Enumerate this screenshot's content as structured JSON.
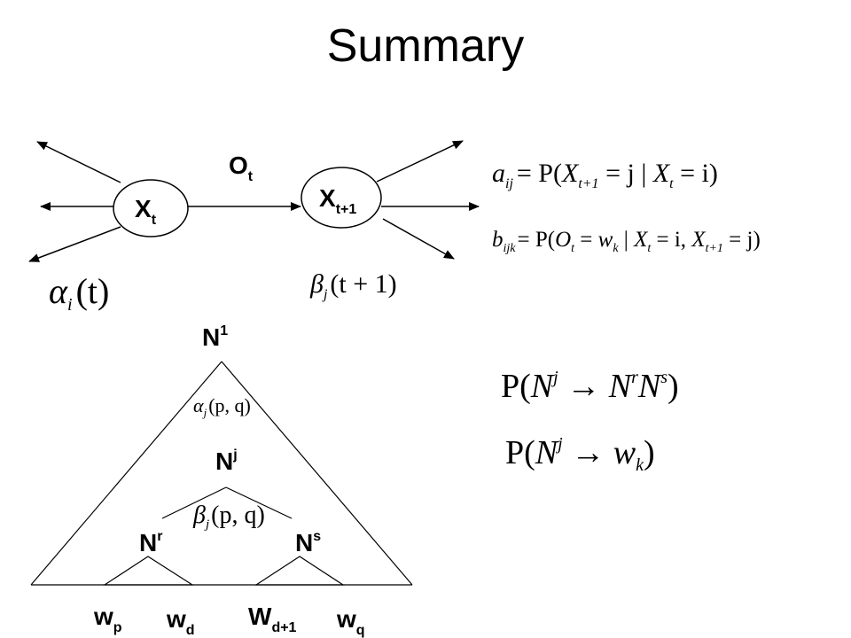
{
  "title": "Summary",
  "hmm": {
    "state_left": {
      "base": "X",
      "sub": "t"
    },
    "state_right": {
      "base": "X",
      "sub": "t+1"
    },
    "output": {
      "base": "O",
      "sub": "t"
    },
    "alpha": {
      "sym": "α",
      "sub": "i",
      "arg": "(t)"
    },
    "beta": {
      "sym": "β",
      "sub": "j",
      "arg": "(t + 1)"
    },
    "transition": {
      "lhs_base": "a",
      "lhs_sub": "ij",
      "eq": "= P(",
      "x1": "X",
      "x1_sub": "t+1",
      "rest1": " = j | ",
      "x2": "X",
      "x2_sub": "t",
      "rest2": " = i)"
    },
    "emission": {
      "lhs_base": "b",
      "lhs_sub": "ijk",
      "eq": "= P(",
      "o": "O",
      "o_sub": "t",
      "rest1": " = ",
      "w": "w",
      "w_sub": "k",
      "rest2": " | ",
      "x1": "X",
      "x1_sub": "t",
      "rest3": " = i, ",
      "x2": "X",
      "x2_sub": "t+1",
      "rest4": " = j)"
    }
  },
  "pcfg": {
    "root": {
      "base": "N",
      "sup": "1"
    },
    "mid": {
      "base": "N",
      "sup": "j"
    },
    "left": {
      "base": "N",
      "sup": "r"
    },
    "right": {
      "base": "N",
      "sup": "s"
    },
    "alpha": {
      "sym": "α",
      "sub": "j",
      "arg": "(p, q)"
    },
    "beta": {
      "sym": "β",
      "sub": "j",
      "arg": "(p, q)"
    },
    "words": [
      {
        "base": "w",
        "sub": "p"
      },
      {
        "base": "w",
        "sub": "d"
      },
      {
        "base": "W",
        "sub": "d+1"
      },
      {
        "base": "w",
        "sub": "q"
      }
    ],
    "rule_binary": {
      "pre": "P(",
      "n": "N",
      "n_sup": "j",
      "arrow": " → ",
      "r": "N",
      "r_sup": "r",
      "s": "N",
      "s_sup": "s",
      "post": ")"
    },
    "rule_lexical": {
      "pre": "P(",
      "n": "N",
      "n_sup": "j",
      "arrow": " → ",
      "w": "w",
      "w_sub": "k",
      "post": ")"
    }
  }
}
